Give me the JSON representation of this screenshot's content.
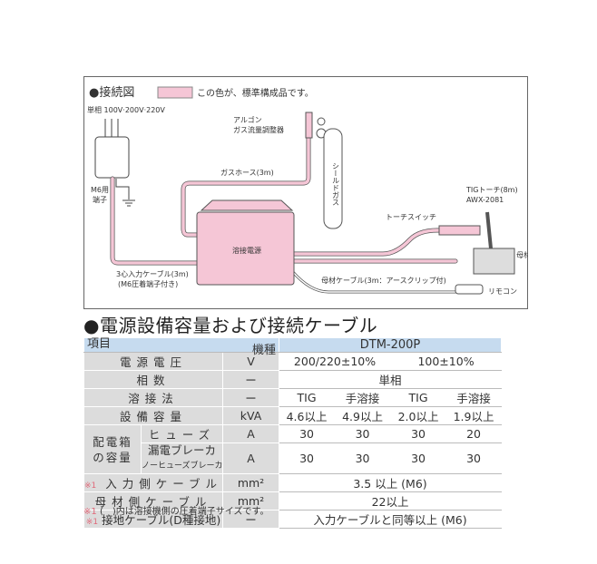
{
  "diagram": {
    "title": "●接続図",
    "legend": "この色が、標準構成品です。",
    "legend_color": "#f5c6d6",
    "power": "単相 100V·200V·220V",
    "terminal_1": "M6用",
    "terminal_2": "端子",
    "regulator_1": "アルゴン",
    "regulator_2": "ガス流量調整器",
    "gas_hose": "ガスホース(3m)",
    "gas": "シールドガス",
    "unit": "溶接電源",
    "torch_1": "TIGトーチ(8m)",
    "torch_2": "AWX-2081",
    "torch_switch": "トーチスイッチ",
    "base": "母材",
    "input_cable_1": "3心入力ケーブル(3m)",
    "input_cable_2": "(M6圧着端子付き)",
    "base_cable": "母材ケーブル(3m：アースクリップ付)",
    "remote": "リモコン"
  },
  "section_title": "●電源設備容量および接続ケーブル",
  "table": {
    "corner_item": "項目",
    "corner_model": "機種",
    "model": "DTM-200P",
    "rows": {
      "voltage": {
        "label": "電源電圧",
        "unit": "V",
        "v1": "200/220±10%",
        "v2": "100±10%"
      },
      "phase": {
        "label": "相数",
        "unit": "ー",
        "v": "単相"
      },
      "method": {
        "label": "溶接法",
        "unit": "ー",
        "v": [
          "TIG",
          "手溶接",
          "TIG",
          "手溶接"
        ]
      },
      "capacity": {
        "label": "設備容量",
        "unit": "kVA",
        "v": [
          "4.6以上",
          "4.9以上",
          "2.0以上",
          "1.9以上"
        ]
      },
      "box": {
        "label_1": "配電箱",
        "label_2": "の容量"
      },
      "fuse": {
        "label": "ヒューズ",
        "unit": "A",
        "v": [
          "30",
          "30",
          "30",
          "20"
        ]
      },
      "breaker": {
        "label_1": "漏電ブレーカ",
        "label_2": "ノーヒューズブレーカ",
        "unit": "A",
        "v": [
          "30",
          "30",
          "30",
          "30"
        ]
      },
      "input_cable": {
        "mark": "※1",
        "label": "入力側ケーブル",
        "unit": "mm²",
        "v": "3.5 以上 (M6)"
      },
      "base_cable": {
        "label": "母材側ケーブル",
        "unit": "mm²",
        "v": "22以上"
      },
      "ground_cable": {
        "mark": "※1",
        "label": "接地ケーブル(D種接地)",
        "unit": "ー",
        "v": "入力ケーブルと同等以上 (M6)"
      }
    }
  },
  "footnote": {
    "mark": "※1",
    "text": "(　)内は溶接機側の圧着端子サイズです。"
  }
}
